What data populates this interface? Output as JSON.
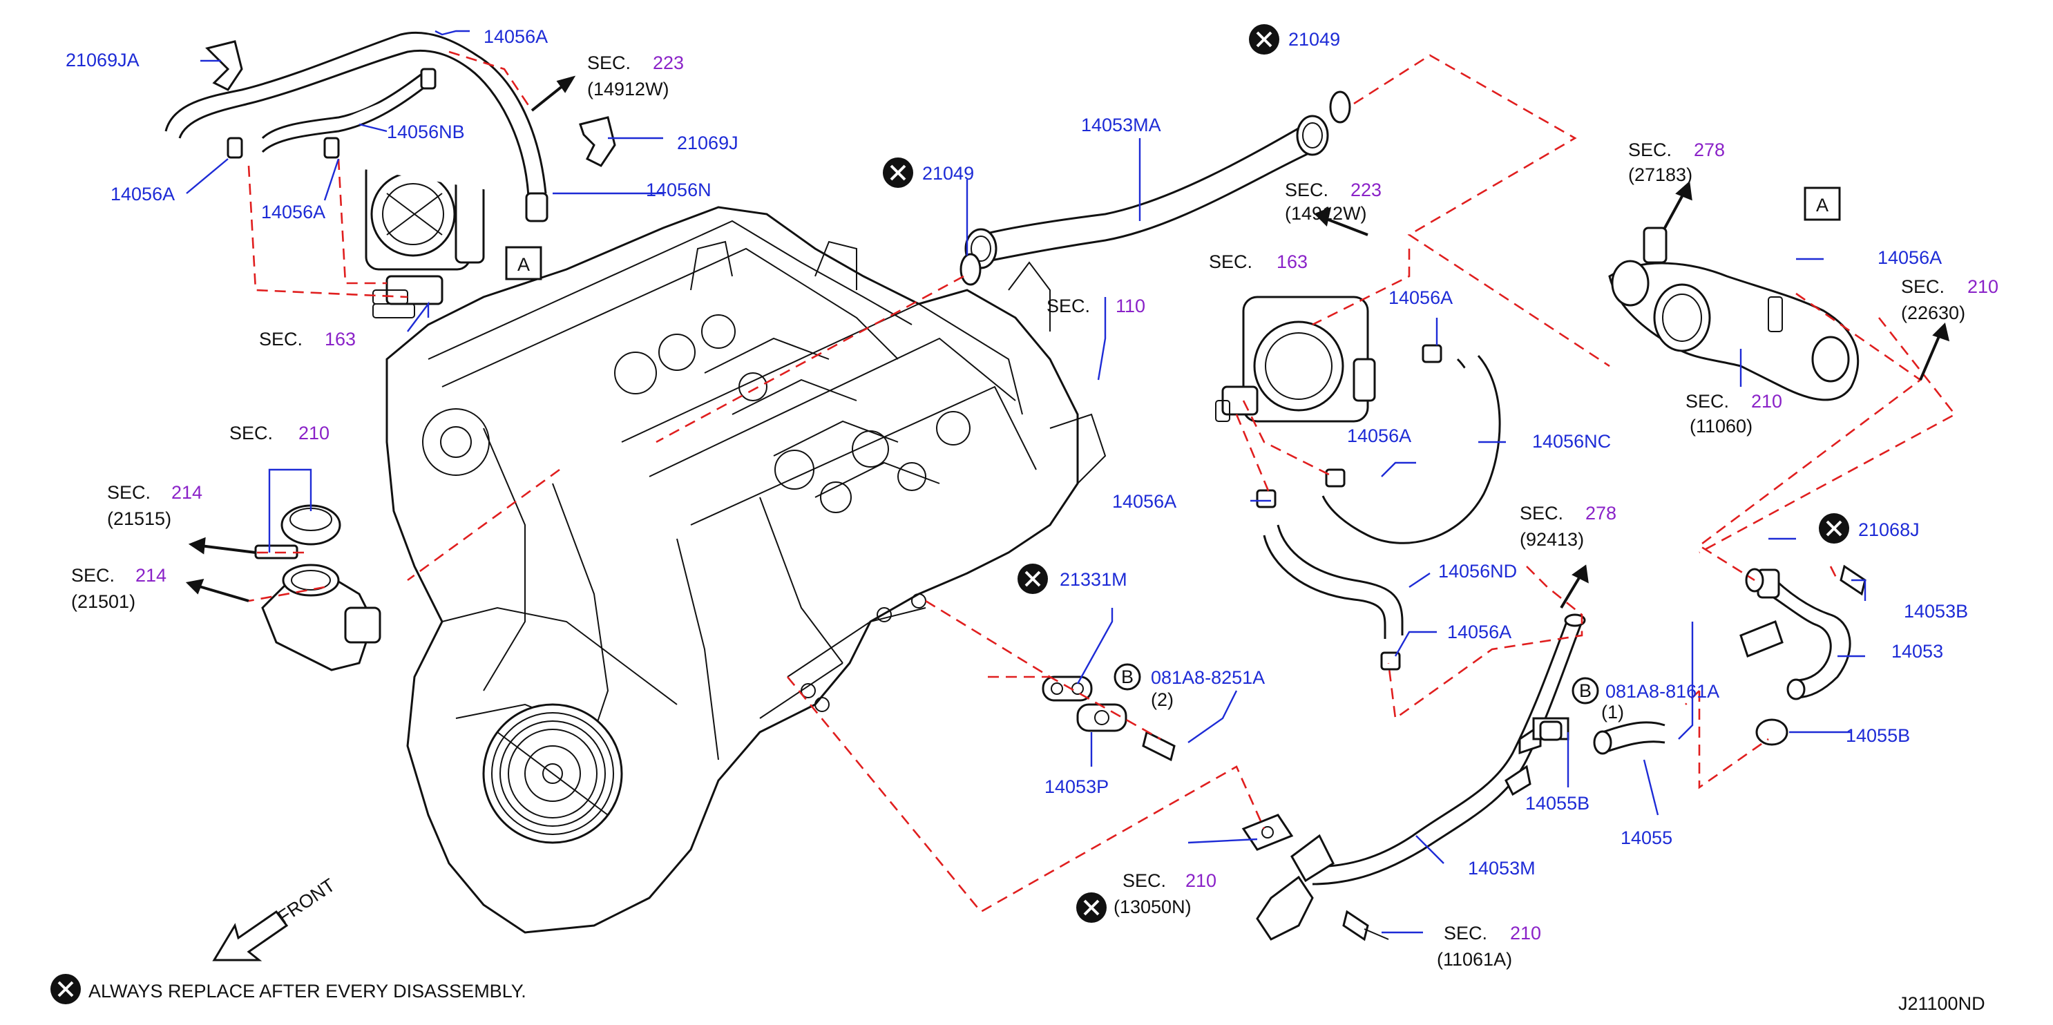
{
  "diagram_id": "J21100ND",
  "footnote": "ALWAYS  REPLACE  AFTER  EVERY  DISASSEMBLY.",
  "front_label": "FRONT",
  "ref_box": "A",
  "sec": "SEC.",
  "callouts": {
    "p21069JA": "21069JA",
    "p14056A_1": "14056A",
    "p14056A_2": "14056A",
    "p14056A_3": "14056A",
    "p14056NB": "14056NB",
    "p21069J": "21069J",
    "p14056N": "14056N",
    "sec163a_num": "163",
    "sec223a_num": "223",
    "sec223a_ref": "(14912W)",
    "p21049_a": "21049",
    "p21049_b": "21049",
    "p14053MA": "14053MA",
    "sec110_num": "110",
    "sec223b_num": "223",
    "sec223b_ref": "(14912W)",
    "sec163b_num": "163",
    "p14056A_4": "14056A",
    "p14056A_5": "14056A",
    "p14056A_6": "14056A",
    "p14056NC": "14056NC",
    "p14056ND": "14056ND",
    "p14056A_7": "14056A",
    "sec278a_num": "278",
    "sec278a_ref": "(27183)",
    "p14056A_8": "14056A",
    "sec210a_num": "210",
    "sec210a_ref": "(22630)",
    "sec210b_num": "210",
    "sec210b_ref": "(11060)",
    "sec278b_num": "278",
    "sec278b_ref": "(92413)",
    "p21068J": "21068J",
    "p14053B": "14053B",
    "p14053": "14053",
    "p14055B_a": "14055B",
    "p081A8_8161A": "081A8-8161A",
    "qty_8161": "(1)",
    "p14055B_b": "14055B",
    "p14055": "14055",
    "p14053M": "14053M",
    "sec210c_num": "210",
    "sec210c_ref": "(11061A)",
    "sec210d_num": "210",
    "sec210d_ref": "(13050N)",
    "p14053P": "14053P",
    "p21331M": "21331M",
    "p081A8_8251A": "081A8-8251A",
    "qty_8251": "(2)",
    "sec210e_num": "210",
    "sec214a_num": "214",
    "sec214a_ref": "(21515)",
    "sec214b_num": "214",
    "sec214b_ref": "(21501)",
    "bolt_marker": "B"
  }
}
